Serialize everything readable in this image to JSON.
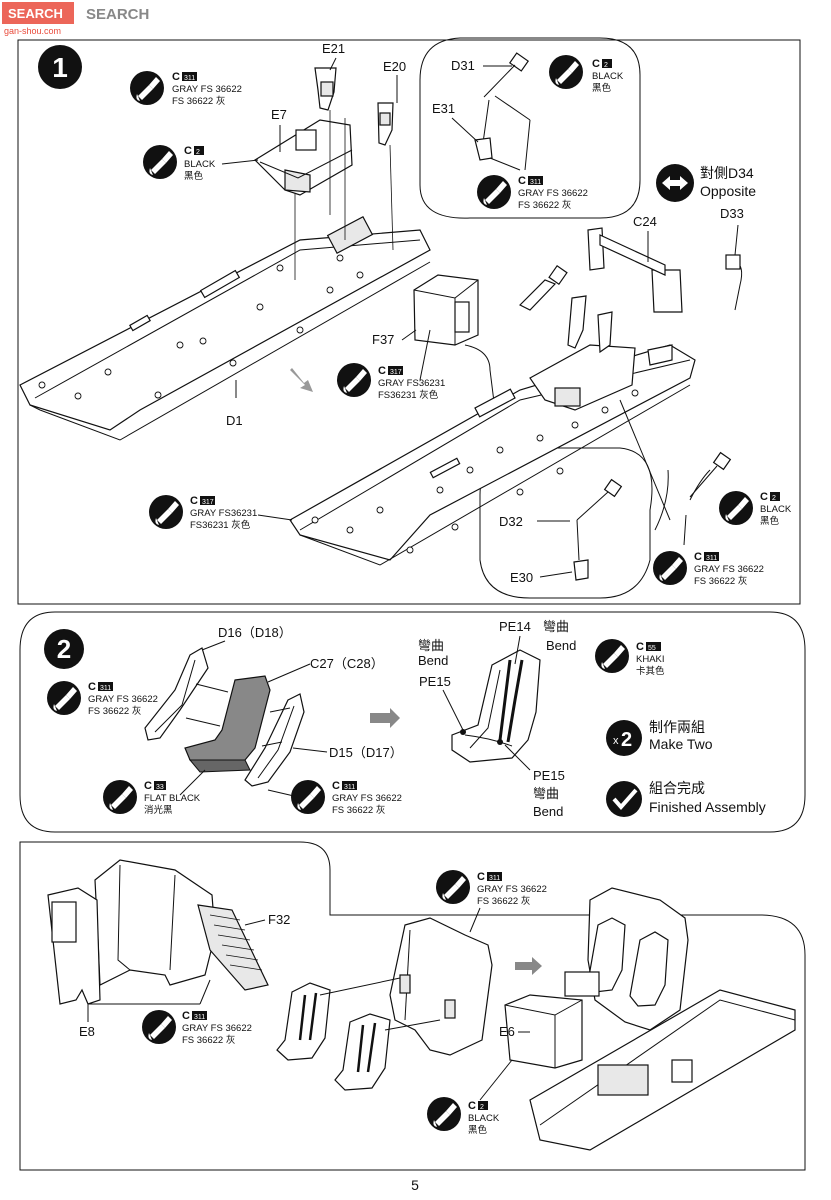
{
  "watermark": {
    "brand": "SEARCH",
    "site": "gan-shou.com"
  },
  "page_number": "5",
  "steps": [
    {
      "number": "1"
    },
    {
      "number": "2"
    }
  ],
  "paints": {
    "gray311": {
      "code": "C",
      "tag": "311",
      "en": "GRAY FS 36622",
      "zh": "FS 36622 灰"
    },
    "black2": {
      "code": "C",
      "tag": "2",
      "en": "BLACK",
      "zh": "黑色"
    },
    "gray317": {
      "code": "C",
      "tag": "317",
      "en": "GRAY FS36231",
      "zh": "FS36231 灰色"
    },
    "khaki55": {
      "code": "C",
      "tag": "55",
      "en": "KHAKI",
      "zh": "卡其色"
    },
    "flat33": {
      "code": "C",
      "tag": "33",
      "en": "FLAT BLACK",
      "zh": "消光黑"
    }
  },
  "parts": {
    "E21": "E21",
    "E20": "E20",
    "E7": "E7",
    "D1": "D1",
    "D31": "D31",
    "E31": "E31",
    "D34_zh": "對側D34",
    "D34_en": "Opposite",
    "D33": "D33",
    "C24": "C24",
    "F37": "F37",
    "D32": "D32",
    "E30": "E30",
    "D16": "D16（D18）",
    "C27": "C27（C28）",
    "D15": "D15（D17）",
    "PE14": "PE14",
    "PE15a": "PE15",
    "PE15b": "PE15",
    "F32": "F32",
    "E8": "E8",
    "E6": "E6"
  },
  "bend": {
    "zh": "彎曲",
    "en": "Bend"
  },
  "make_two": {
    "count": "2",
    "zh": "制作兩組",
    "en": "Make Two"
  },
  "finished": {
    "zh": "組合完成",
    "en": "Finished Assembly"
  }
}
